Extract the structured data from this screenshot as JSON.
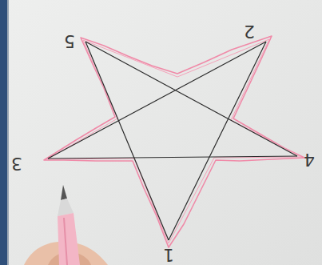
{
  "diagram": {
    "labels": [
      "5",
      "2",
      "3",
      "4",
      "1"
    ]
  }
}
